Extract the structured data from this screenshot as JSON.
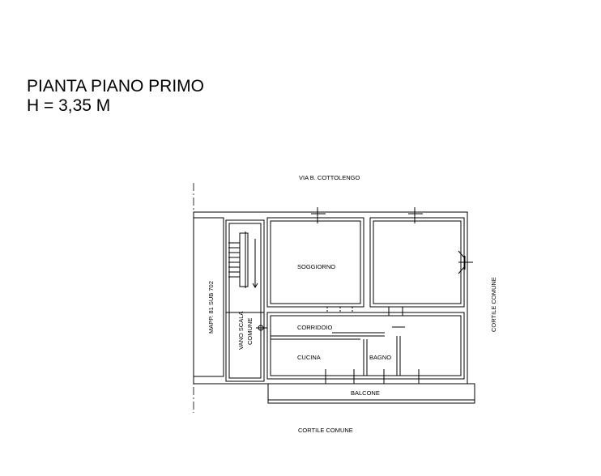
{
  "title": {
    "line1": "PIANTA PIANO PRIMO",
    "line2": "H = 3,35 M"
  },
  "labels": {
    "street_top": "VIA B. COTTOLENGO",
    "courtyard_bottom": "CORTILE COMUNE",
    "courtyard_right": "CORTILE COMUNE",
    "parcel_left": "MAPP. 81 SUB 702",
    "stair_line1": "VANO SCALA",
    "stair_line2": "COMUNE"
  },
  "rooms": {
    "living": "SOGGIORNO",
    "corridor": "CORRIDOIO",
    "kitchen": "CUCINA",
    "bathroom": "BAGNO",
    "balcony": "BALCONE"
  }
}
